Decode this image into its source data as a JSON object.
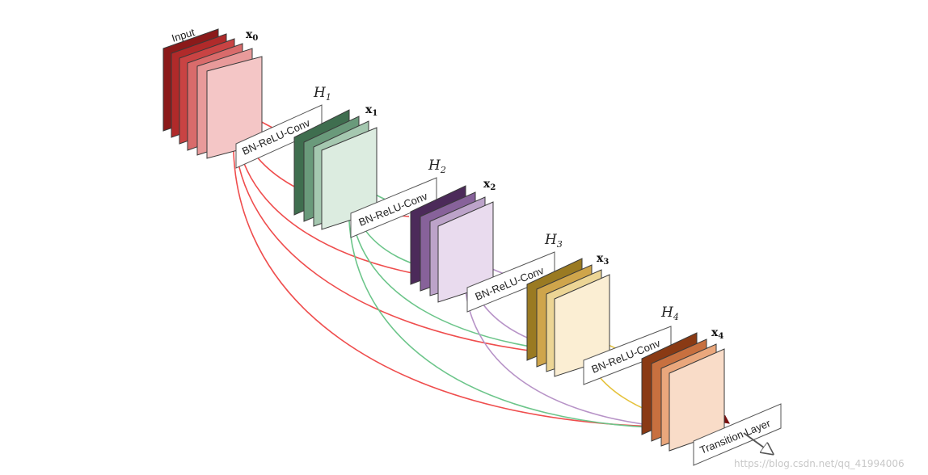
{
  "labels": {
    "input": "Input",
    "bn_relu_conv": "BN-ReLU-Conv",
    "transition": "Transition Layer",
    "watermark": "https://blog.csdn.net/qq_41994006"
  },
  "blocks": [
    {
      "x_letter": "x",
      "x_sub": "0",
      "colors": [
        "#8b1a1a",
        "#b02a2a",
        "#c94343",
        "#d96b6b",
        "#e89a9a",
        "#f4c6c6"
      ]
    },
    {
      "x_letter": "x",
      "x_sub": "1",
      "h_letter": "H",
      "h_sub": "1",
      "colors": [
        "#3f6e4f",
        "#6a9a7b",
        "#a5c8b0",
        "#dcece0"
      ]
    },
    {
      "x_letter": "x",
      "x_sub": "2",
      "h_letter": "H",
      "h_sub": "2",
      "colors": [
        "#4c2a5a",
        "#87629a",
        "#bca3c9",
        "#e9dbee"
      ]
    },
    {
      "x_letter": "x",
      "x_sub": "3",
      "h_letter": "H",
      "h_sub": "3",
      "colors": [
        "#9a7a22",
        "#cfa54b",
        "#ecd595",
        "#fbeed3"
      ]
    },
    {
      "x_letter": "x",
      "x_sub": "4",
      "h_letter": "H",
      "h_sub": "4",
      "colors": [
        "#8a3a14",
        "#c8703f",
        "#eaa77c",
        "#f9dcc8"
      ]
    }
  ],
  "colors": {
    "red_arrows": "#ef4d4d",
    "green_arrows": "#6cc58a",
    "purple_arrows": "#b793c7",
    "yellow_arrows": "#e5c23c"
  }
}
